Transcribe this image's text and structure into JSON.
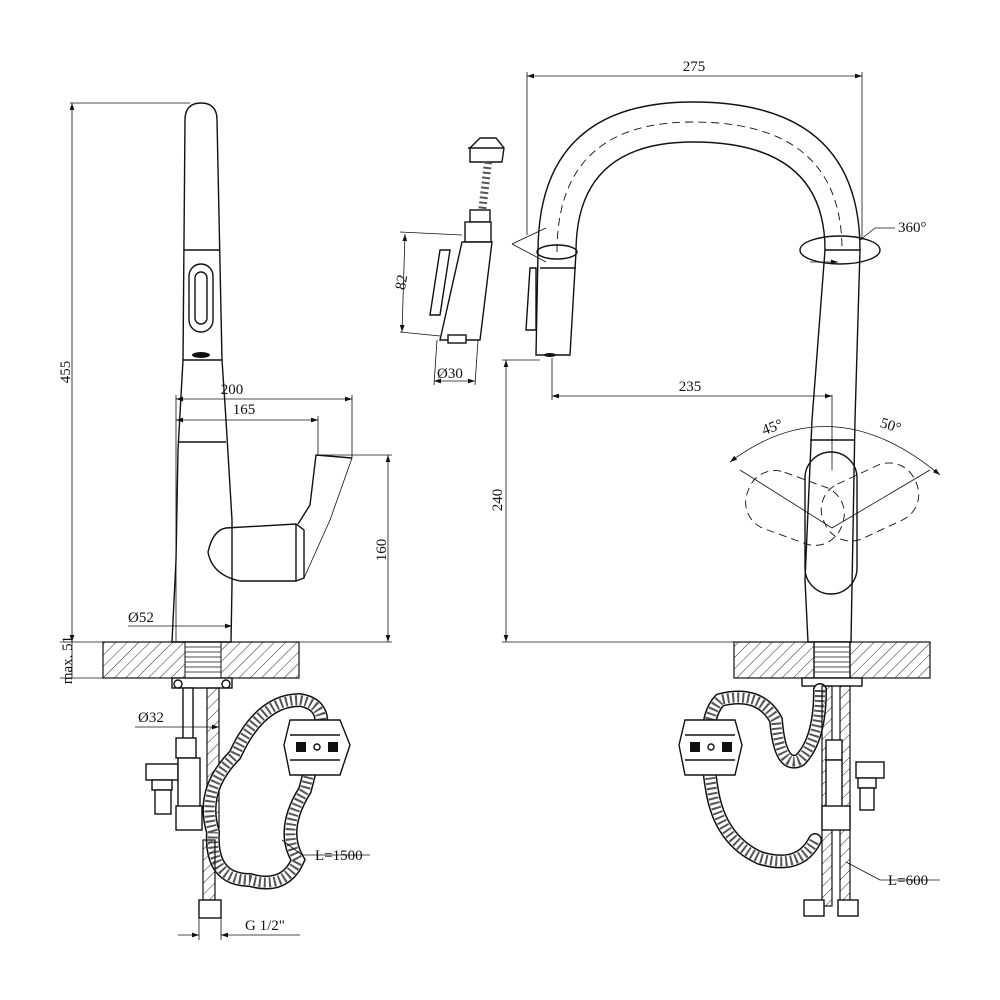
{
  "dimensions": {
    "height_total": "455",
    "mount_max": "max. 51",
    "reach_handle_outer": "200",
    "reach_handle_inner": "165",
    "handle_height": "160",
    "base_diameter": "Ø52",
    "shank_diameter": "Ø32",
    "connection_thread": "G 1/2\"",
    "hose_length_long": "L=1500",
    "spray_head_length": "82",
    "spray_head_diameter": "Ø30",
    "spout_width": "275",
    "spout_reach": "235",
    "spout_height": "240",
    "spout_rotation": "360°",
    "lever_angle_left": "45°",
    "lever_angle_right": "50°",
    "hose_length_short": "L=600"
  }
}
